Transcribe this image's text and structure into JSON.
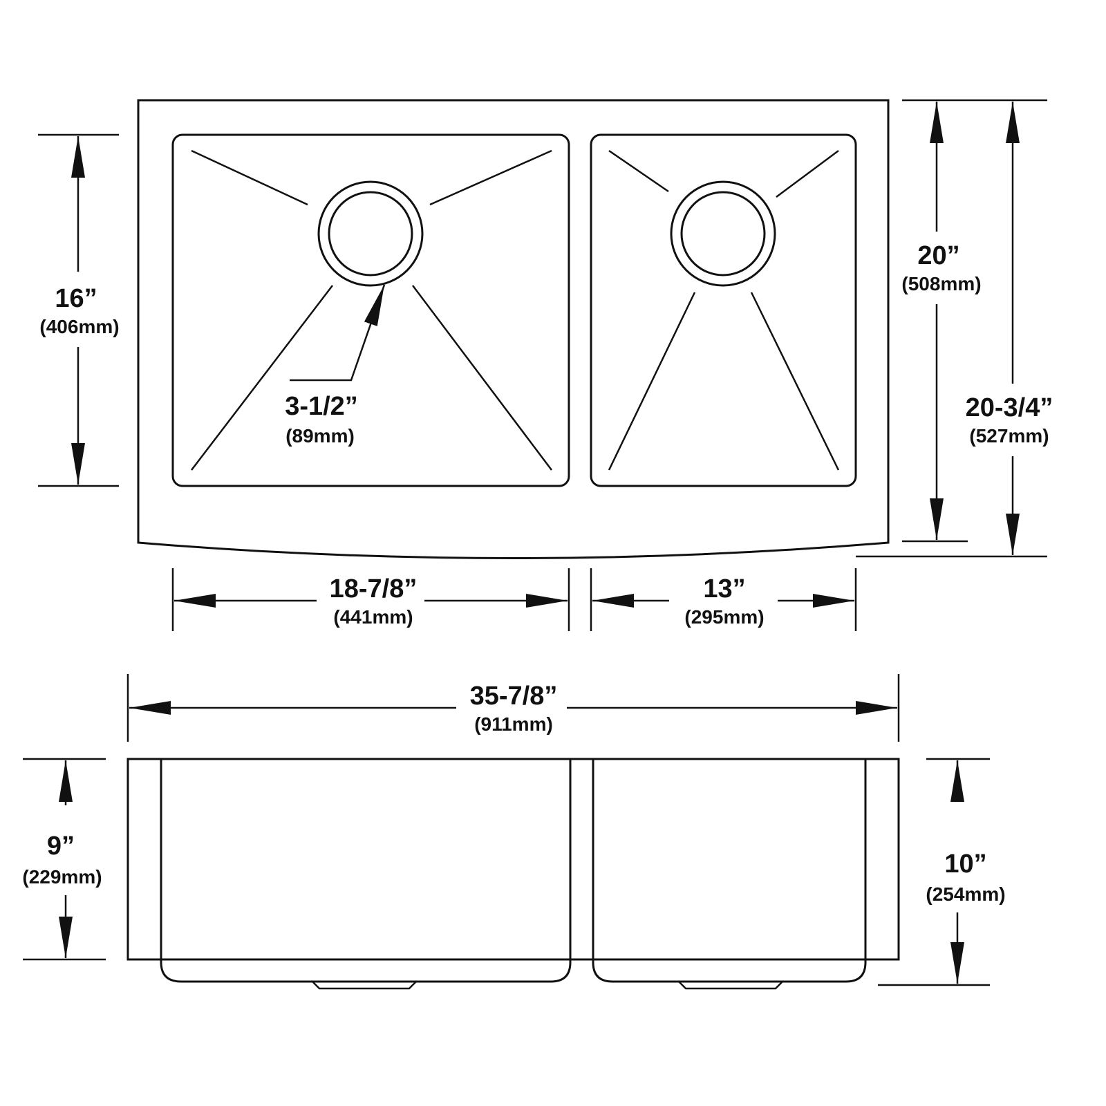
{
  "dimensions": {
    "bowl_depth_front": {
      "inch": "16”",
      "mm": "(406mm)"
    },
    "drain_diameter": {
      "inch": "3-1/2”",
      "mm": "(89mm)"
    },
    "overall_depth": {
      "inch": "20”",
      "mm": "(508mm)"
    },
    "overall_depth_apron": {
      "inch": "20-3/4”",
      "mm": "(527mm)"
    },
    "left_bowl_width": {
      "inch": "18-7/8”",
      "mm": "(441mm)"
    },
    "right_bowl_width": {
      "inch": "13”",
      "mm": "(295mm)"
    },
    "overall_width": {
      "inch": "35-7/8”",
      "mm": "(911mm)"
    },
    "apron_height": {
      "inch": "9”",
      "mm": "(229mm)"
    },
    "bowl_height": {
      "inch": "10”",
      "mm": "(254mm)"
    }
  }
}
